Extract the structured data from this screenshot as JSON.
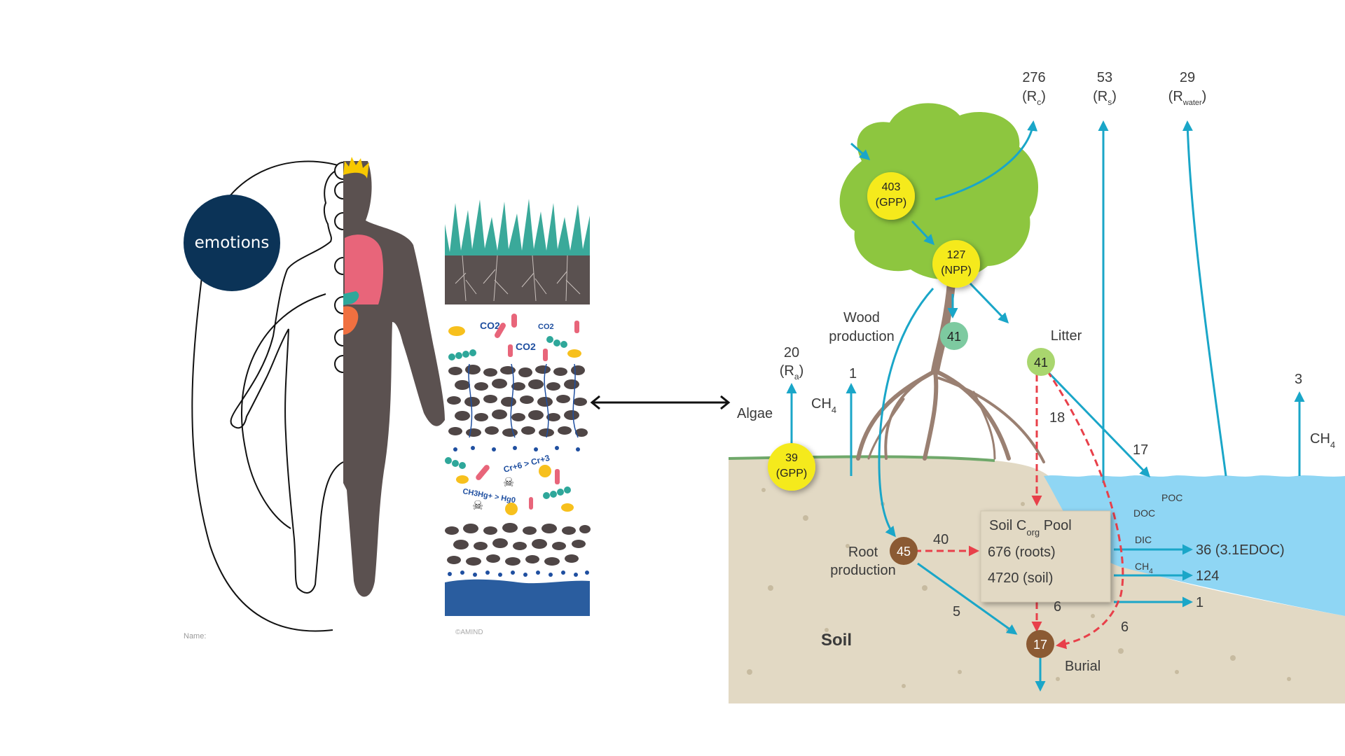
{
  "left_panel": {
    "bubble_label": "emotions",
    "name_label": "Name:",
    "copyright": "©AMIND"
  },
  "soil_panel": {
    "co2_labels": [
      "CO2",
      "CO2",
      "CO2"
    ],
    "chromium_label": "Cr+6 > Cr+3",
    "mercury_label": "CH3Hg+ > Hg0"
  },
  "connector": {
    "type": "double-headed-arrow"
  },
  "carbon_diagram": {
    "top_fluxes": [
      {
        "value": "276",
        "label": "R",
        "sub": "c"
      },
      {
        "value": "53",
        "label": "R",
        "sub": "s"
      },
      {
        "value": "29",
        "label": "R",
        "sub": "water"
      }
    ],
    "nodes": {
      "gpp_tree": {
        "value": "403",
        "label": "(GPP)"
      },
      "npp": {
        "value": "127",
        "label": "(NPP)"
      },
      "wood": {
        "value": "41"
      },
      "litter": {
        "value": "41"
      },
      "algae_gpp": {
        "value": "39",
        "label": "(GPP)"
      },
      "root": {
        "value": "45"
      },
      "burial": {
        "value": "17"
      }
    },
    "labels": {
      "wood_production_1": "Wood",
      "wood_production_2": "production",
      "litter": "Litter",
      "algae": "Algae",
      "ra_value": "20",
      "ra_label": "R",
      "ra_sub": "a",
      "ch4_soil_value": "1",
      "ch4_soil": "CH",
      "ch4_sub": "4",
      "root_production_1": "Root",
      "root_production_2": "production",
      "soil": "Soil",
      "burial": "Burial",
      "litter_to_soil": "18",
      "litter_to_poc": "17",
      "root_to_pool": "40",
      "root_to_burial": "5",
      "pool_to_burial": "6",
      "litter_to_burial": "6",
      "water_ch4_value": "3",
      "water_ch4": "CH",
      "poc": "POC",
      "doc": "DOC",
      "dic": "DIC",
      "ch4_export": "CH",
      "doc_value": "36 (3.1EDOC)",
      "dic_value": "124",
      "ch4_export_value": "1"
    },
    "pool": {
      "title": "Soil C",
      "title_sub": "org",
      "title_end": " Pool",
      "roots": "676 (roots)",
      "soil": "4720 (soil)"
    },
    "colors": {
      "flux_arrow": "#1aa6c8",
      "dashed_flux": "#e8404a",
      "yellow_node": "#f5ea1f",
      "brown_node": "#8b5a33",
      "leaf": "#8dc63f",
      "soil": "#e2d9c4",
      "water": "#8fd6f4"
    }
  }
}
